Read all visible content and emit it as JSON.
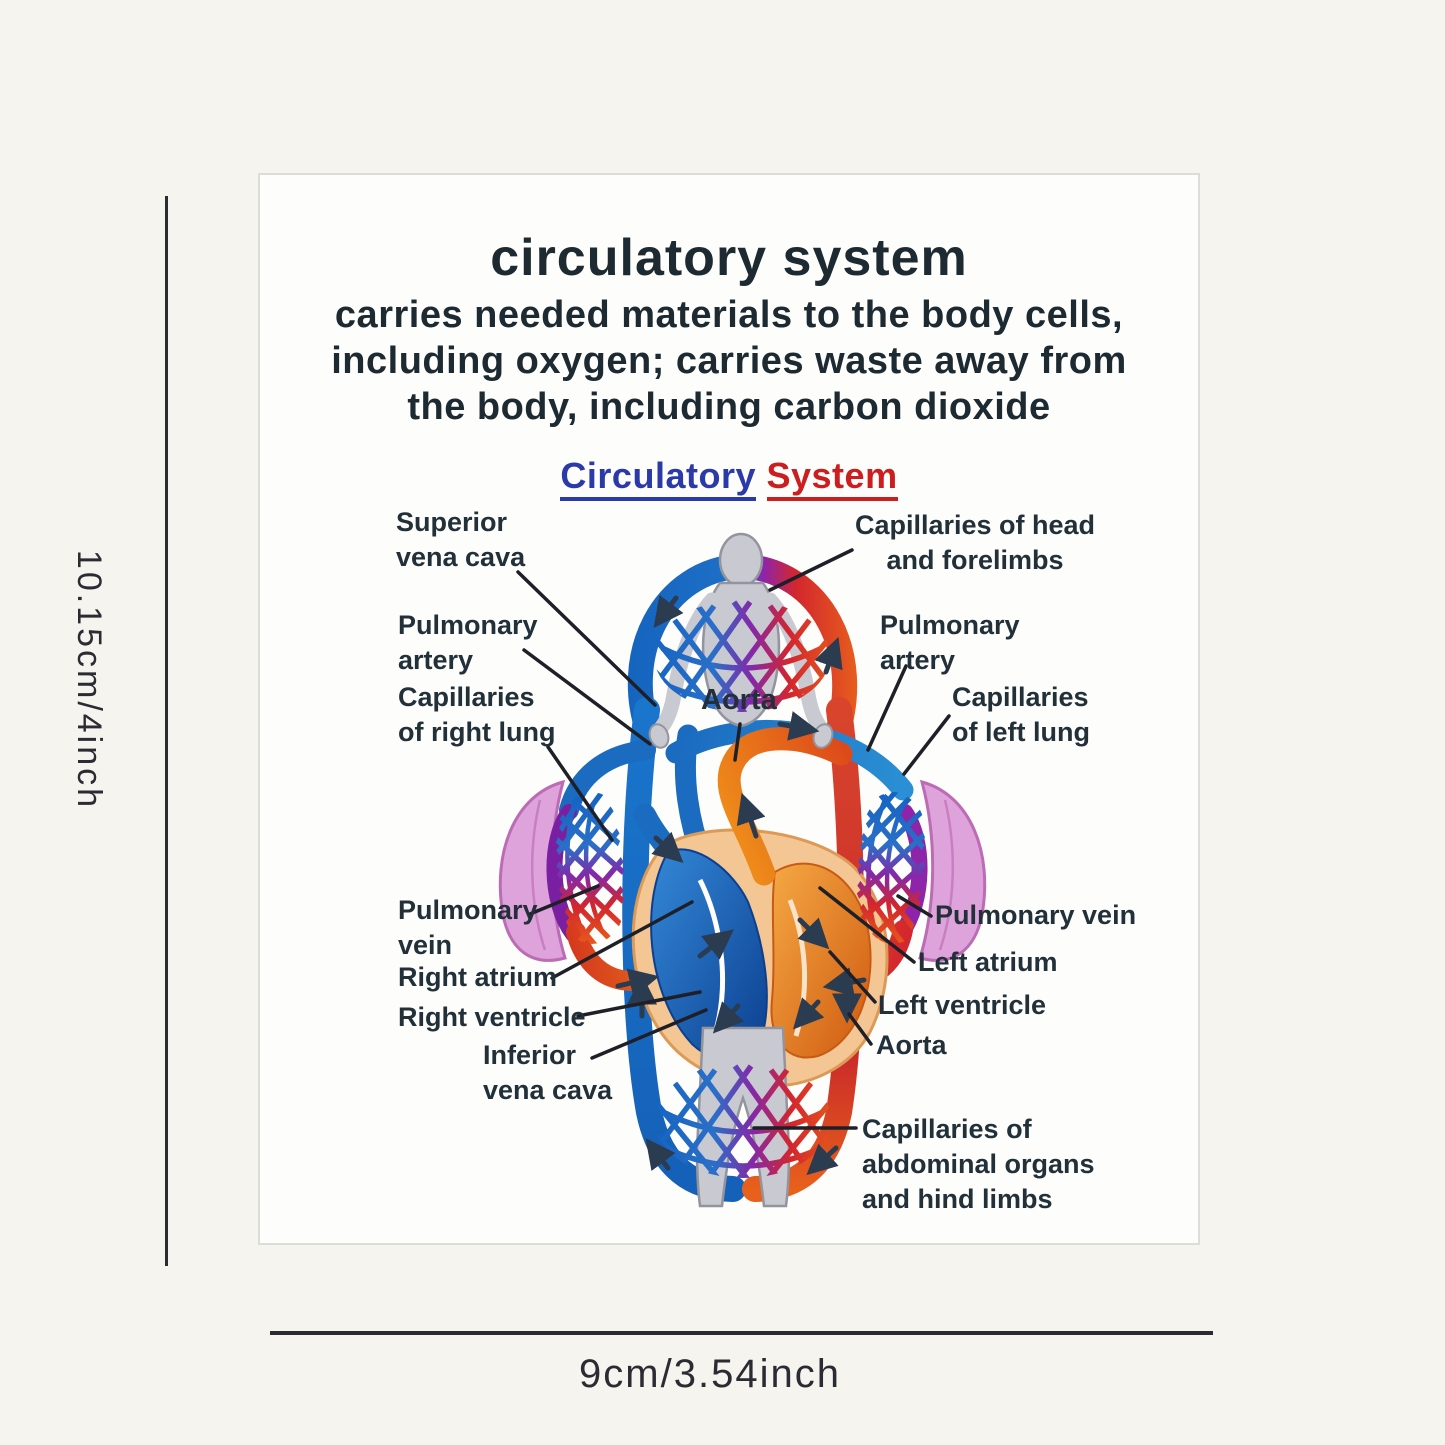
{
  "poster": {
    "title": "circulatory system",
    "subtitle": "carries needed materials to the body cells,\nincluding oxygen; carries waste away from\nthe body, including carbon dioxide",
    "diagram_heading": {
      "word1": "Circulatory",
      "word2": "System"
    }
  },
  "labels": {
    "left": [
      {
        "id": "superior-vena-cava",
        "text": "Superior\nvena cava"
      },
      {
        "id": "pulmonary-artery-left",
        "text": "Pulmonary\nartery"
      },
      {
        "id": "capillaries-right-lung",
        "text": "Capillaries\nof right lung"
      },
      {
        "id": "pulmonary-vein-left",
        "text": "Pulmonary\nvein"
      },
      {
        "id": "right-atrium",
        "text": "Right atrium"
      },
      {
        "id": "right-ventricle",
        "text": "Right ventricle"
      },
      {
        "id": "inferior-vena-cava",
        "text": "Inferior\nvena cava"
      }
    ],
    "center": [
      {
        "id": "aorta-center",
        "text": "Aorta"
      }
    ],
    "right": [
      {
        "id": "capillaries-head",
        "text": "Capillaries of head\nand forelimbs"
      },
      {
        "id": "pulmonary-artery-right",
        "text": "Pulmonary\nartery"
      },
      {
        "id": "capillaries-left-lung",
        "text": "Capillaries\nof left lung"
      },
      {
        "id": "pulmonary-vein-right",
        "text": "Pulmonary vein"
      },
      {
        "id": "left-atrium",
        "text": "Left atrium"
      },
      {
        "id": "left-ventricle",
        "text": "Left ventricle"
      },
      {
        "id": "aorta-right",
        "text": "Aorta"
      },
      {
        "id": "capillaries-abdominal",
        "text": "Capillaries of\nabdominal organs\nand hind limbs"
      }
    ]
  },
  "dimensions": {
    "height_label": "10.15cm/4inch",
    "width_label": "9cm/3.54inch"
  },
  "colors": {
    "vein_blue": "#1565c0",
    "artery_red": "#d3262e",
    "oxygenated_orange": "#ef8c1a",
    "capillary_purple": "#8428a8",
    "lung_pink": "#dfa3dc",
    "silhouette_gray": "#c9c9d2",
    "heading_blue": "#2b3aa8",
    "heading_red": "#cc1e1e",
    "text_dark": "#1d2a31",
    "dimension_line": "#2b2b33"
  }
}
